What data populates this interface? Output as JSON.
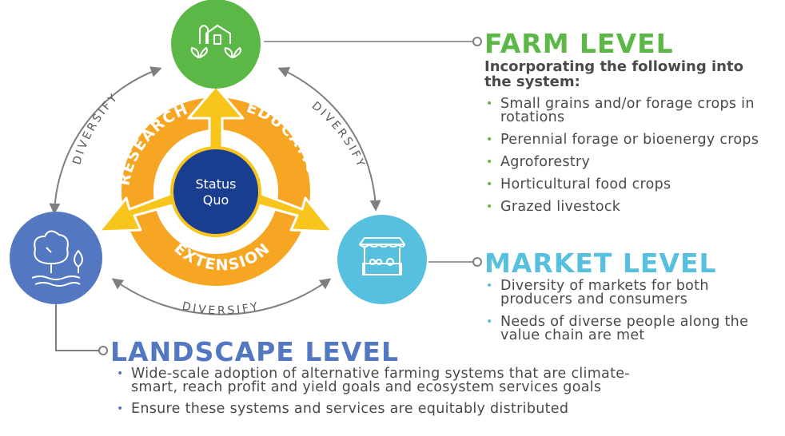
{
  "center": {
    "line1": "Status",
    "line2": "Quo"
  },
  "ring_labels": {
    "research": "RESEARCH",
    "education": "EDUCATION",
    "extension": "EXTENSION"
  },
  "diversify_labels": {
    "left": "DIVERSIFY",
    "right": "DIVERSIFY",
    "bottom": "DIVERSIFY"
  },
  "farm": {
    "title": "FARM LEVEL",
    "intro": "Incorporating the following into the system:",
    "items": [
      "Small grains and/or forage crops in rotations",
      "Perennial forage or bioenergy crops",
      "Agroforestry",
      "Horticultural food crops",
      "Grazed livestock"
    ]
  },
  "market": {
    "title": "MARKET LEVEL",
    "items": [
      "Diversity of markets for both producers and consumers",
      "Needs of diverse people along the value chain are met"
    ]
  },
  "landscape": {
    "title": "LANDSCAPE LEVEL",
    "items": [
      "Wide-scale adoption of alternative farming systems that are climate-smart, reach profit and yield goals and ecosystem services goals",
      "Ensure these systems and services are equitably distributed"
    ]
  },
  "colors": {
    "farm": "#5bb846",
    "market": "#56c0de",
    "landscape": "#5477c2",
    "ring": "#f6a623",
    "arrow": "#f7c51b",
    "center": "#1a3e8f",
    "connector": "#9a9a9a",
    "text": "#4a4a4a"
  },
  "icons": {
    "farm": "barn-silo-leaves-icon",
    "market": "market-stall-icon",
    "landscape": "tree-leaf-water-icon"
  }
}
